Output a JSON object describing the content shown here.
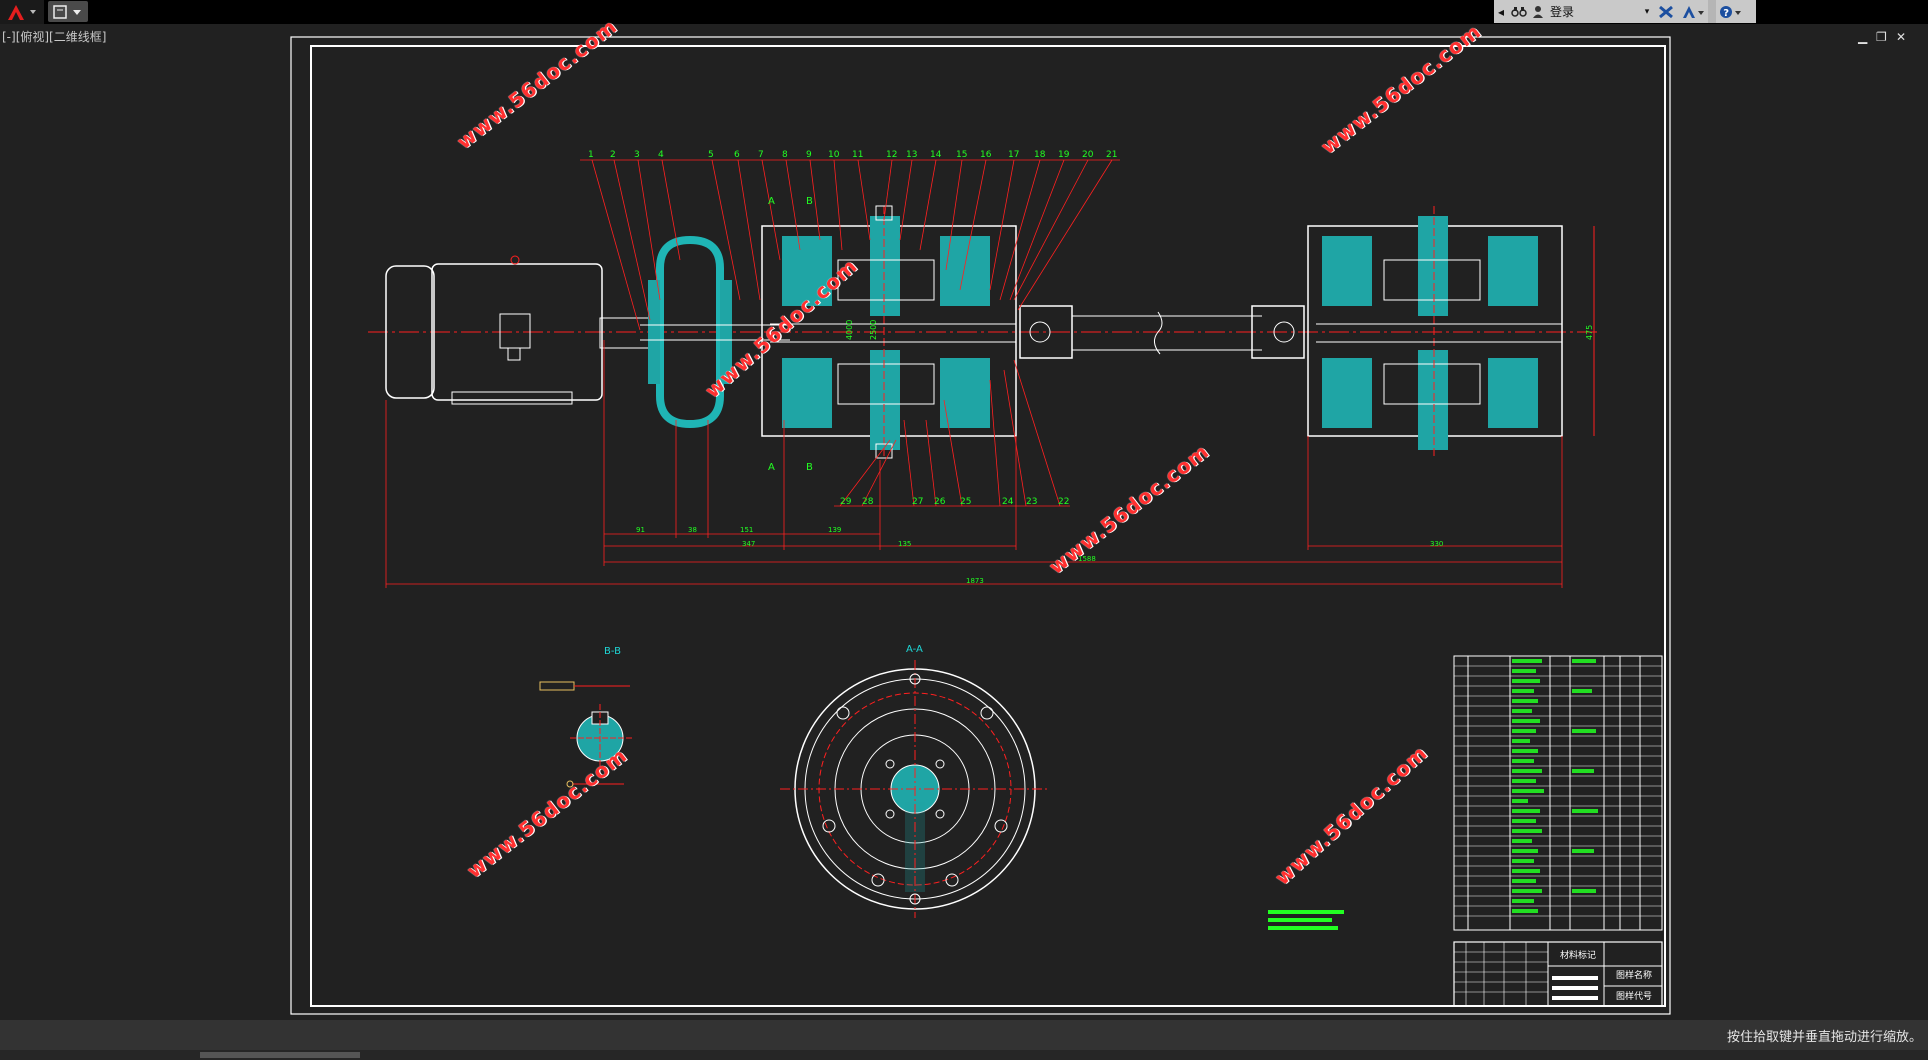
{
  "app": {
    "qat_icon": "save-dropdown-icon"
  },
  "signin": {
    "label": "登录"
  },
  "viewport": {
    "label": "[-][俯视][二维线框]"
  },
  "window_controls": {
    "minimize": "▁",
    "restore": "❐",
    "close": "✕"
  },
  "drawing": {
    "part_numbers_top": [
      "1",
      "2",
      "3",
      "4",
      "5",
      "6",
      "7",
      "8",
      "9",
      "10",
      "11",
      "12",
      "13",
      "14",
      "15",
      "16",
      "17",
      "18",
      "19",
      "20",
      "21"
    ],
    "part_numbers_bottom": [
      "29",
      "28",
      "27",
      "26",
      "25",
      "24",
      "23",
      "22"
    ],
    "section_a_label": "A",
    "section_b_label": "B",
    "view_bb_label": "B-B",
    "view_aa_label": "A-A",
    "dims": {
      "d1": "91",
      "d2": "38",
      "d3": "151",
      "d4": "139",
      "d5": "347",
      "d6": "135",
      "d7": "1588",
      "d8": "330",
      "d9": "1873",
      "vertical": "475"
    },
    "title_block": {
      "material": "材料标记",
      "drawing_name": "图样名称",
      "drawing_code": "图样代号"
    }
  },
  "watermarks": [
    "www.56doc.com",
    "www.56doc.com",
    "www.56doc.com",
    "www.56doc.com",
    "www.56doc.com",
    "www.56doc.com"
  ],
  "status": {
    "message": "按住拾取键并垂直拖动进行缩放。"
  },
  "colors": {
    "background": "#212121",
    "red_lines": "#ff2020",
    "cyan_fill": "#1fa5a5",
    "green_text": "#22ff22",
    "white_lines": "#ffffff"
  }
}
